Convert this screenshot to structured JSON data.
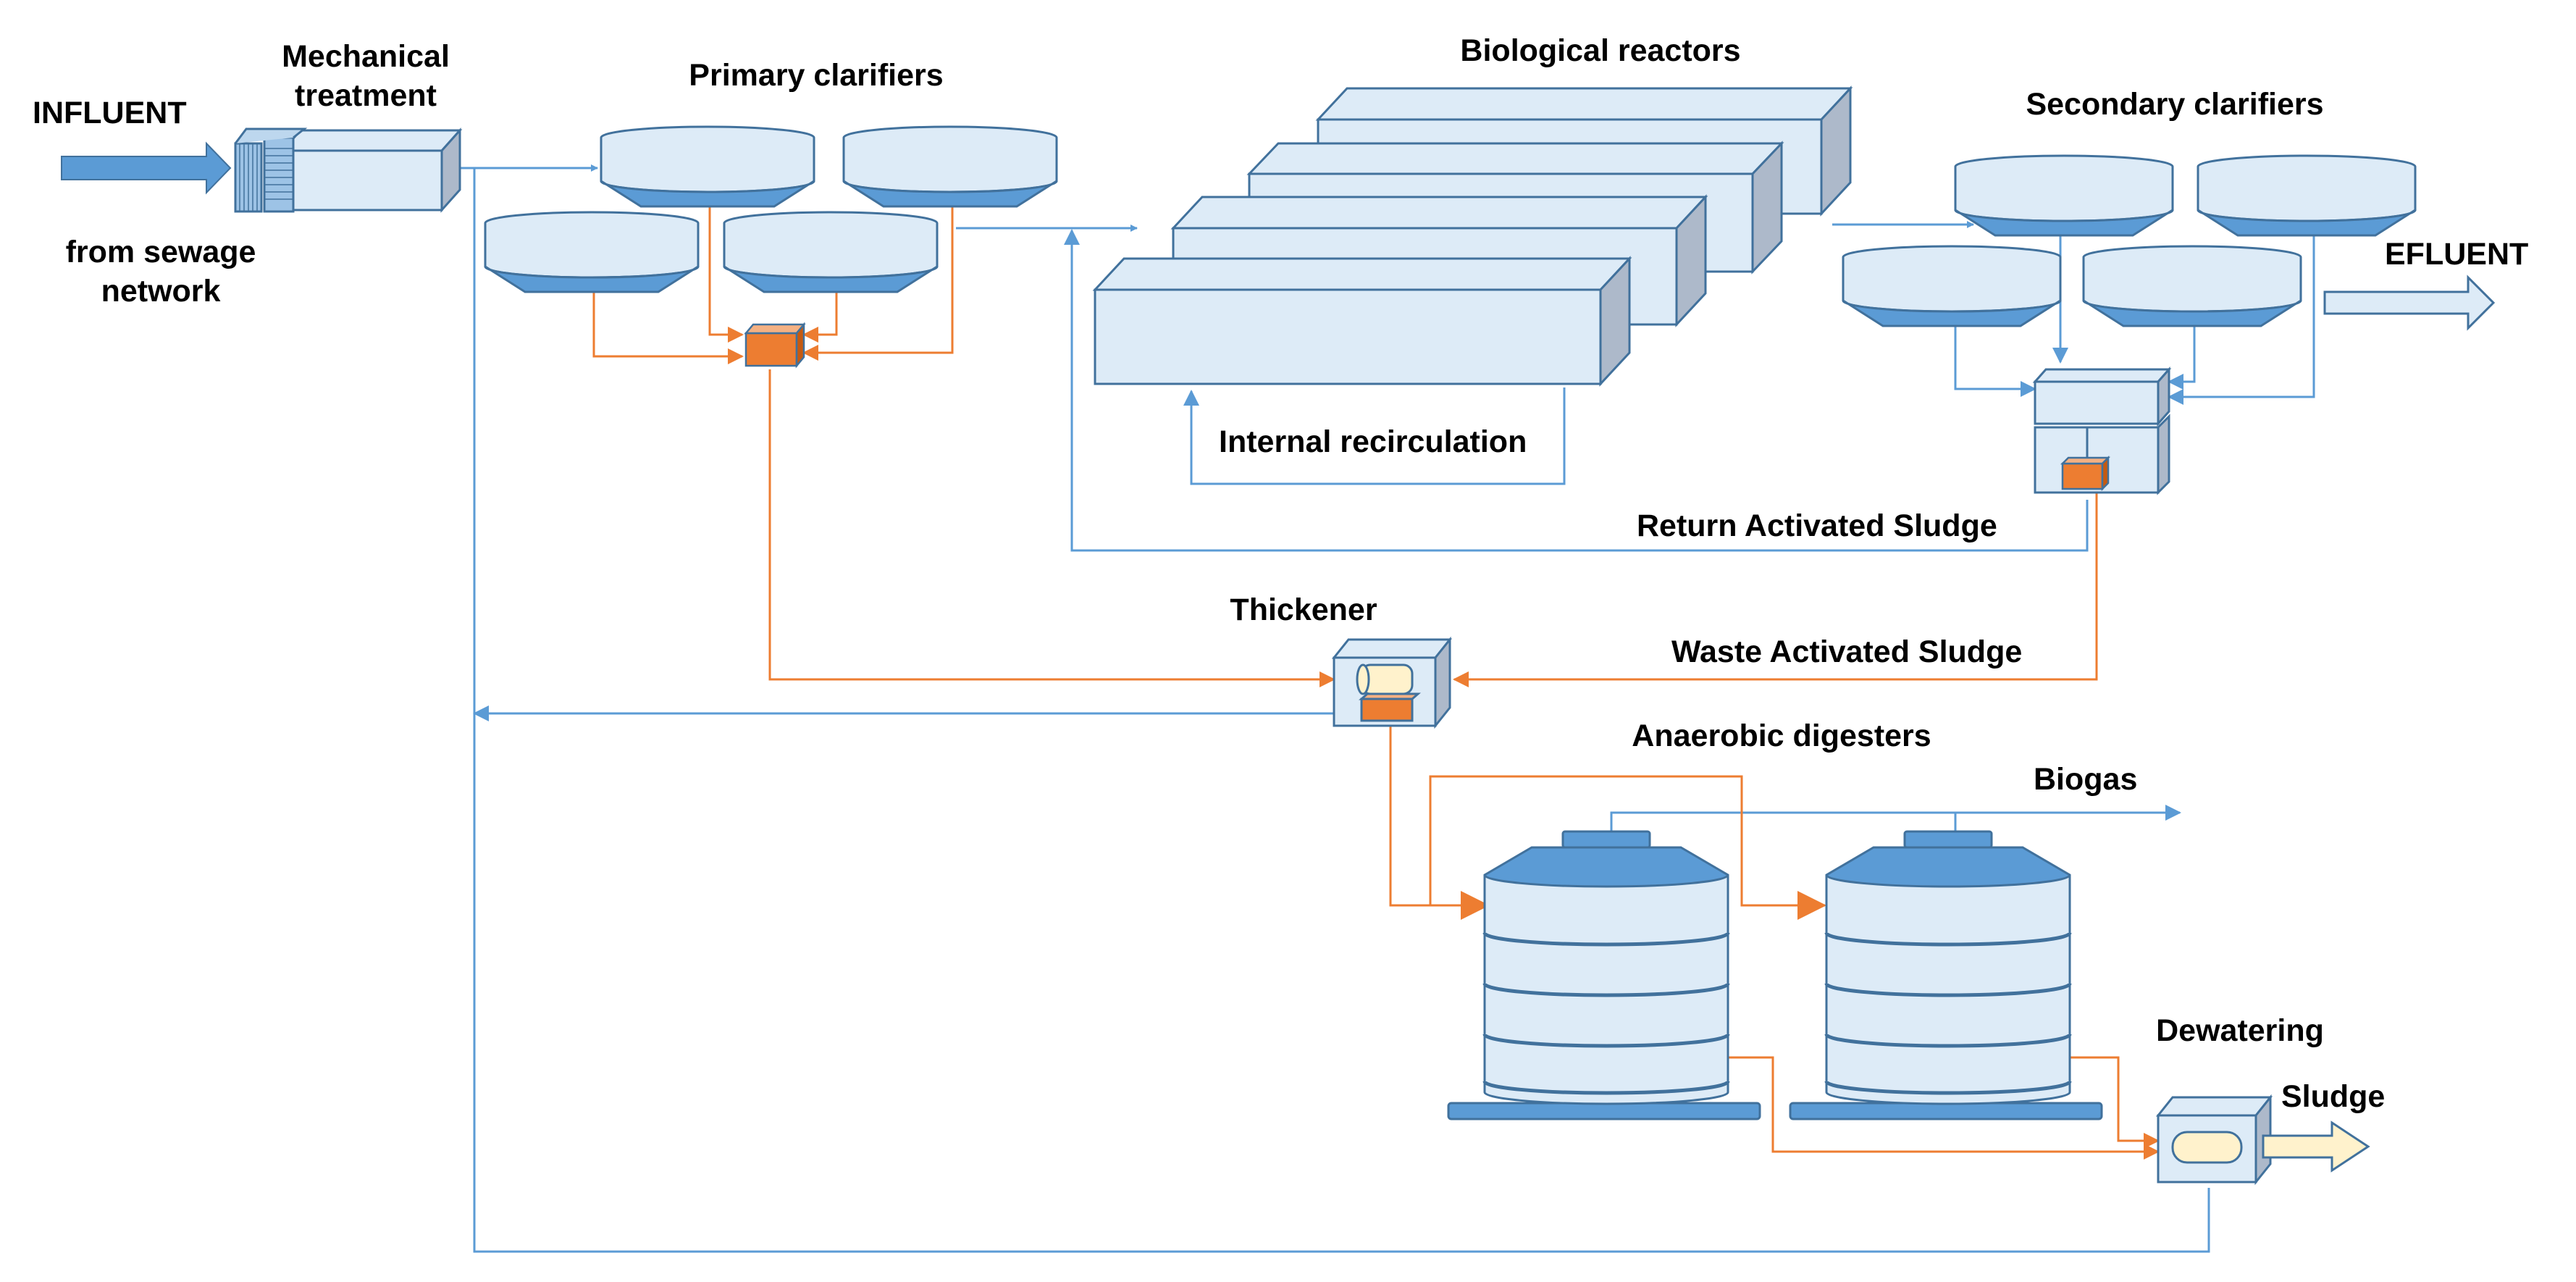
{
  "labels": {
    "influent": "INFLUENT",
    "from_sewage_network": "from sewage\nnetwork",
    "mechanical_treatment": "Mechanical\ntreatment",
    "primary_clarifiers": "Primary clarifiers",
    "biological_reactors": "Biological reactors",
    "secondary_clarifiers": "Secondary clarifiers",
    "efluent": "EFLUENT",
    "internal_recirculation": "Internal recirculation",
    "return_activated_sludge": "Return Activated Sludge",
    "thickener": "Thickener",
    "waste_activated_sludge": "Waste Activated Sludge",
    "anaerobic_digesters": "Anaerobic digesters",
    "biogas": "Biogas",
    "dewatering": "Dewatering",
    "sludge": "Sludge"
  },
  "colors": {
    "water_line": "#5B9BD5",
    "sludge_line": "#ED7D31",
    "equipment_fill": "#DDEBF7",
    "equipment_stroke": "#41719C",
    "equipment_dark": "#5B9BD5",
    "pump_fill": "#ED7D31",
    "sludge_cake": "#FFF2CC"
  }
}
